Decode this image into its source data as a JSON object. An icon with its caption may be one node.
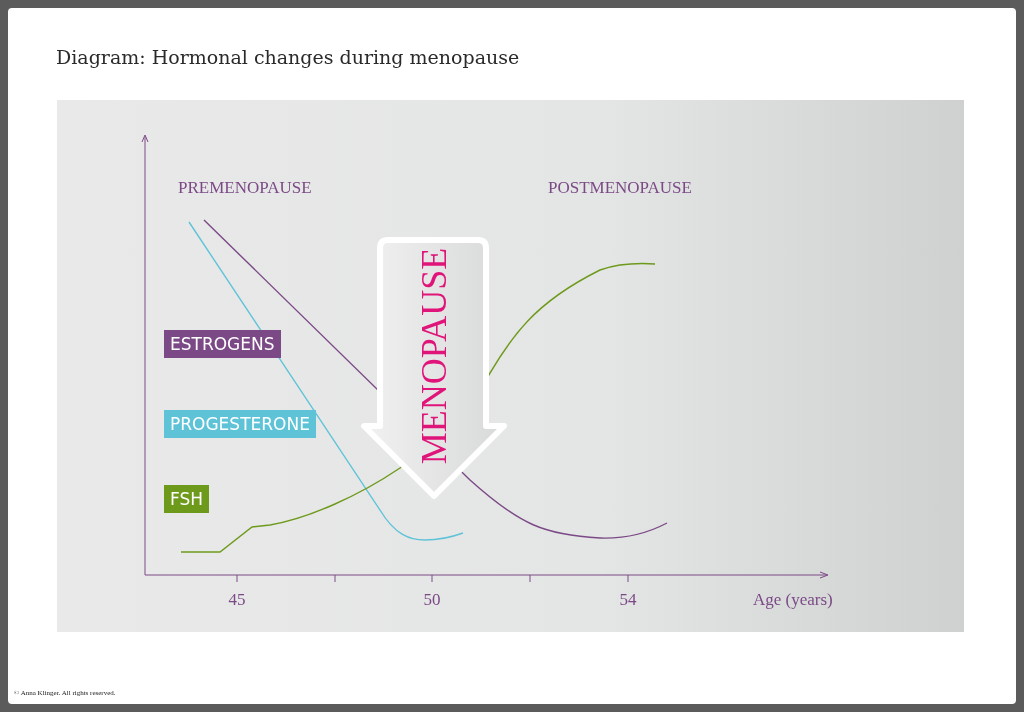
{
  "diagram": {
    "title": "Diagram: Hormonal changes during menopause",
    "nodes": [
      {
        "text": [
          "MENOPAUSE"
        ]
      }
    ],
    "edges": [],
    "labels": [
      "PREMENOPAUSE",
      "POSTMENOPAUSE",
      "45",
      "50",
      "54",
      "Age (years)",
      "© Anna Klinger. All rights reserved."
    ],
    "legend": [
      {
        "text": "ESTROGENS",
        "color": "#7b4a86"
      },
      {
        "text": "PROGESTERONE",
        "color": "#5fc3d8"
      },
      {
        "text": "FSH",
        "color": "#6e9a1c"
      }
    ]
  }
}
